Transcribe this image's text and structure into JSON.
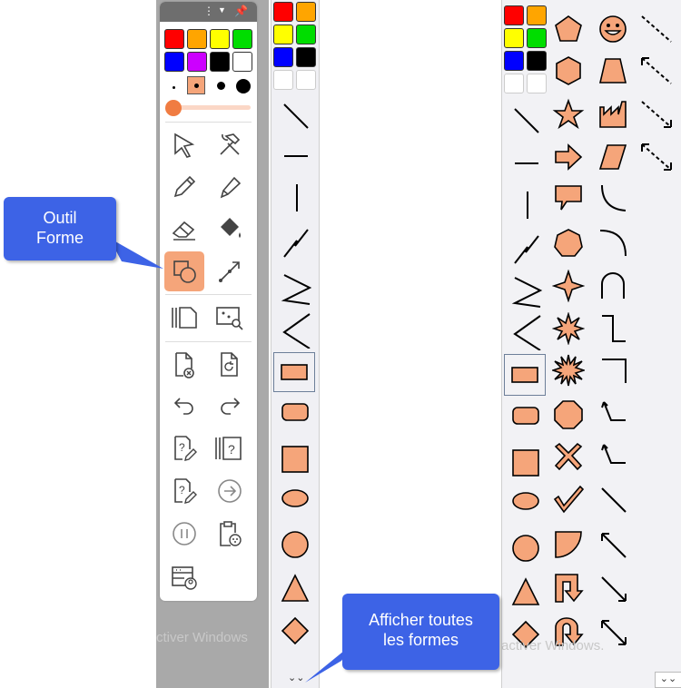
{
  "callouts": {
    "shape_tool": [
      "Outil",
      "Forme"
    ],
    "show_all_shapes": [
      "Afficher toutes",
      "les formes"
    ]
  },
  "watermarks": {
    "left": "ctiver Windows",
    "right": "activer Windows."
  },
  "toolbar": {
    "header_icons": [
      "more-icon",
      "dropdown-icon",
      "pin-icon"
    ],
    "colors": [
      "#ff0000",
      "#ffa500",
      "#ffff00",
      "#00dd00",
      "#0000ff",
      "#cc00ff",
      "#000000",
      "#ffffff"
    ],
    "accent": "#f5a57a",
    "tools": [
      {
        "name": "select",
        "icon": "arrow-cursor-icon"
      },
      {
        "name": "tools",
        "icon": "hammer-wrench-icon"
      },
      {
        "name": "pencil",
        "icon": "pencil-icon"
      },
      {
        "name": "highlighter",
        "icon": "highlighter-icon"
      },
      {
        "name": "eraser",
        "icon": "eraser-icon"
      },
      {
        "name": "fill",
        "icon": "paint-bucket-icon"
      },
      {
        "name": "shape",
        "icon": "shapes-icon",
        "selected": true
      },
      {
        "name": "line",
        "icon": "line-tool-icon"
      },
      {
        "name": "pages",
        "icon": "pages-icon"
      },
      {
        "name": "screen-search",
        "icon": "screen-search-icon"
      },
      {
        "name": "delete-page",
        "icon": "page-delete-icon"
      },
      {
        "name": "refresh-page",
        "icon": "page-refresh-icon"
      },
      {
        "name": "undo",
        "icon": "undo-icon"
      },
      {
        "name": "redo",
        "icon": "redo-icon"
      },
      {
        "name": "question-edit",
        "icon": "question-edit-icon"
      },
      {
        "name": "question-pages",
        "icon": "question-pages-icon"
      },
      {
        "name": "question-edit-2",
        "icon": "question-edit-2-icon"
      },
      {
        "name": "next",
        "icon": "arrow-circle-icon"
      },
      {
        "name": "pause",
        "icon": "pause-circle-icon"
      },
      {
        "name": "clipboard",
        "icon": "clipboard-icon"
      },
      {
        "name": "users-settings",
        "icon": "user-card-icon"
      }
    ]
  },
  "strip": {
    "colors": [
      "#ff0000",
      "#ffa500",
      "#ffff00",
      "#00dd00",
      "#0000ff",
      "#000000",
      "#ffffff",
      "#ffffff"
    ],
    "expand_label": "⌄⌄"
  },
  "panel": {
    "expand_label": "⌄⌄",
    "shape_fill": "#f5a57a"
  }
}
